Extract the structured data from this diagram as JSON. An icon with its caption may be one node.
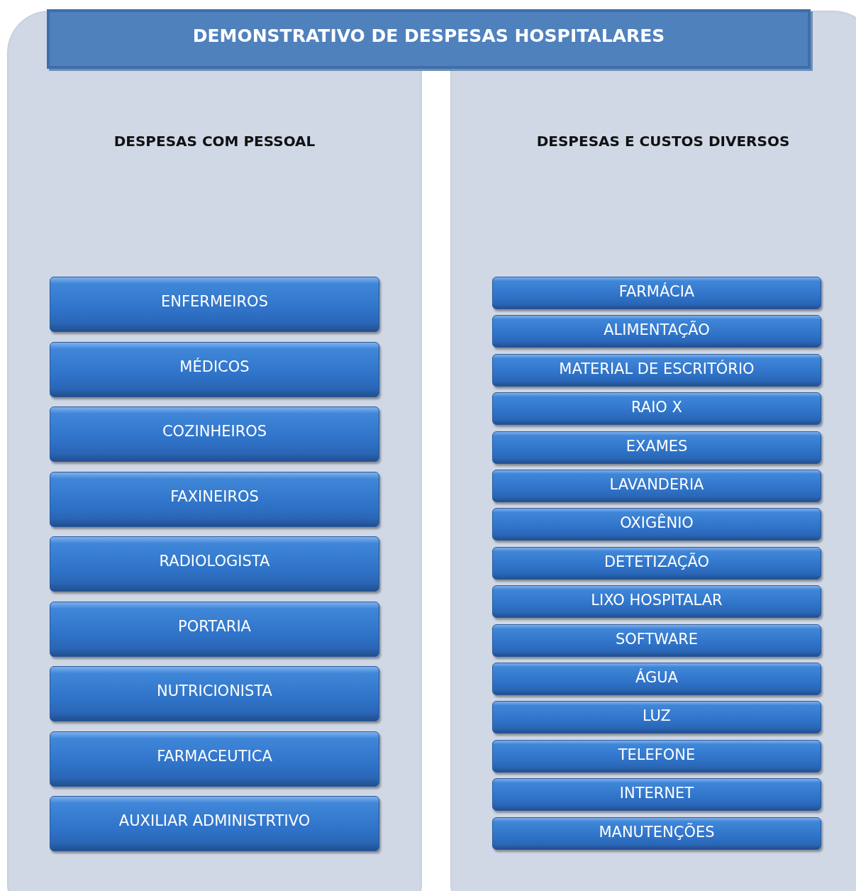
{
  "diagram": {
    "title": "DEMONSTRATIVO DE DESPESAS HOSPITALARES",
    "nodes": [
      {
        "text": [
          "DESPESAS COM PESSOAL"
        ]
      },
      {
        "text": [
          "ENFERMEIROS"
        ],
        "in": 0
      },
      {
        "text": [
          "MÉDICOS"
        ],
        "in": 0
      },
      {
        "text": [
          "COZINHEIROS"
        ],
        "in": 0
      },
      {
        "text": [
          "FAXINEIROS"
        ],
        "in": 0
      },
      {
        "text": [
          "RADIOLOGISTA"
        ],
        "in": 0
      },
      {
        "text": [
          "PORTARIA"
        ],
        "in": 0
      },
      {
        "text": [
          "NUTRICIONISTA"
        ],
        "in": 0
      },
      {
        "text": [
          "FARMACEUTICA"
        ],
        "in": 0
      },
      {
        "text": [
          "AUXILIAR ADMINISTRTIVO"
        ],
        "in": 0
      },
      {
        "text": [
          "DESPESAS E CUSTOS DIVERSOS"
        ]
      },
      {
        "text": [
          "FARMÁCIA"
        ],
        "in": 10
      },
      {
        "text": [
          "ALIMENTAÇÃO"
        ],
        "in": 10
      },
      {
        "text": [
          "MATERIAL DE ESCRITÓRIO"
        ],
        "in": 10
      },
      {
        "text": [
          "RAIO X"
        ],
        "in": 10
      },
      {
        "text": [
          "EXAMES"
        ],
        "in": 10
      },
      {
        "text": [
          "LAVANDERIA"
        ],
        "in": 10
      },
      {
        "text": [
          "OXIGÊNIO"
        ],
        "in": 10
      },
      {
        "text": [
          "DETETIZAÇÃO"
        ],
        "in": 10
      },
      {
        "text": [
          "LIXO HOSPITALAR"
        ],
        "in": 10
      },
      {
        "text": [
          "SOFTWARE"
        ],
        "in": 10
      },
      {
        "text": [
          "ÁGUA"
        ],
        "in": 10
      },
      {
        "text": [
          "LUZ"
        ],
        "in": 10
      },
      {
        "text": [
          "TELEFONE"
        ],
        "in": 10
      },
      {
        "text": [
          "INTERNET"
        ],
        "in": 10
      },
      {
        "text": [
          "MANUTENÇÕES"
        ],
        "in": 10
      }
    ]
  }
}
